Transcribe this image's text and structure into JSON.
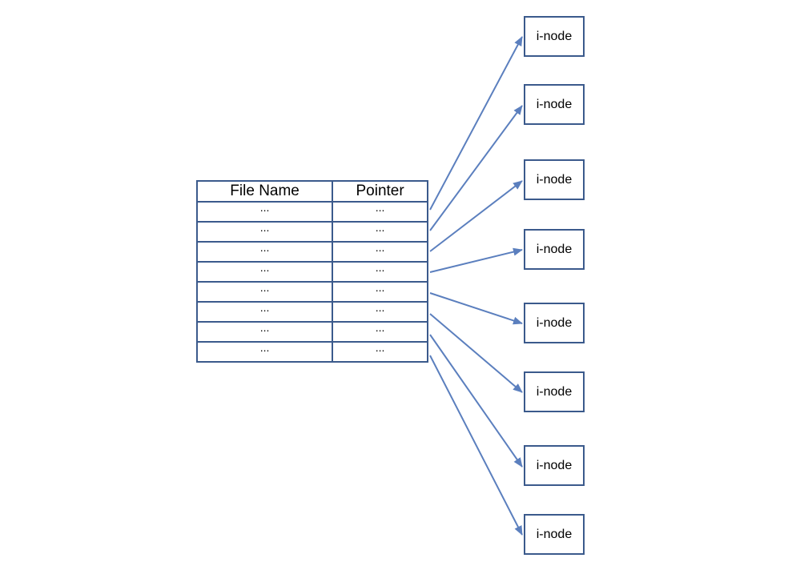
{
  "directory": {
    "header": {
      "file_name": "File Name",
      "pointer": "Pointer"
    },
    "rows": [
      {
        "name": "...",
        "pointer": "..."
      },
      {
        "name": "...",
        "pointer": "..."
      },
      {
        "name": "...",
        "pointer": "..."
      },
      {
        "name": "...",
        "pointer": "..."
      },
      {
        "name": "...",
        "pointer": "..."
      },
      {
        "name": "...",
        "pointer": "..."
      },
      {
        "name": "...",
        "pointer": "..."
      },
      {
        "name": "...",
        "pointer": "..."
      }
    ]
  },
  "inodes": [
    {
      "label": "i-node"
    },
    {
      "label": "i-node"
    },
    {
      "label": "i-node"
    },
    {
      "label": "i-node"
    },
    {
      "label": "i-node"
    },
    {
      "label": "i-node"
    },
    {
      "label": "i-node"
    },
    {
      "label": "i-node"
    }
  ],
  "colors": {
    "line": "#5b7fbe",
    "border": "#3b5a8c"
  }
}
